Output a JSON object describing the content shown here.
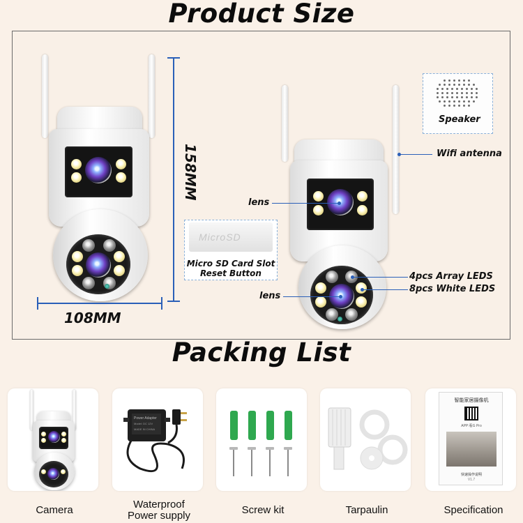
{
  "titles": {
    "product_size": "Product Size",
    "packing_list": "Packing List"
  },
  "dimensions": {
    "height": "158MM",
    "width": "108MM"
  },
  "callouts": {
    "speaker": "Speaker",
    "wifi_antenna": "Wifi antenna",
    "lens_top": "lens",
    "lens_bottom": "lens",
    "array_leds": "4pcs Array LEDS",
    "white_leds": "8pcs White LEDS",
    "microsd_card_text": "MicroSD",
    "microsd_line1": "Micro SD Card Slot",
    "microsd_line2": "Reset Button"
  },
  "packing_items": [
    {
      "label": "Camera",
      "icon": "camera-icon"
    },
    {
      "label": "Waterproof\nPower supply",
      "icon": "power-adapter-icon"
    },
    {
      "label": "Screw kit",
      "icon": "screw-kit-icon"
    },
    {
      "label": "Tarpaulin",
      "icon": "tarpaulin-icon"
    },
    {
      "label": "Specification",
      "icon": "manual-icon"
    }
  ],
  "manual": {
    "title": "智能家居摄像机",
    "app_text": "APP:看G Pro",
    "footer": "快速操作说明",
    "version": "V1.7"
  },
  "adapter_text": {
    "line1": "Power Adapter",
    "line2": "Model: DC 12V",
    "line3": "MADE IN CHINA"
  },
  "colors": {
    "background": "#faf1e8",
    "accent_line": "#2a5fb8",
    "callout_border": "#8ab0d8"
  }
}
